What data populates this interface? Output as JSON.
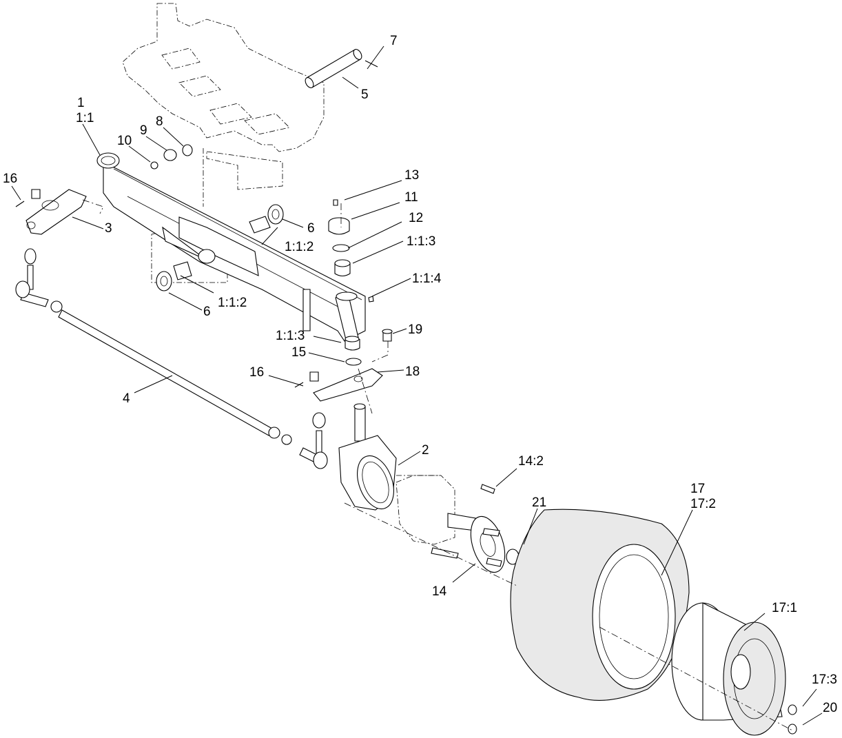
{
  "callouts": {
    "c1": "1",
    "c1_1": "1:1",
    "c1_1_2a": "1:1:2",
    "c1_1_2b": "1:1:2",
    "c1_1_3a": "1:1:3",
    "c1_1_3b": "1:1:3",
    "c1_1_4": "1:1:4",
    "c2": "2",
    "c3": "3",
    "c4": "4",
    "c5": "5",
    "c6a": "6",
    "c6b": "6",
    "c7": "7",
    "c8": "8",
    "c9": "9",
    "c10": "10",
    "c11": "11",
    "c12": "12",
    "c13": "13",
    "c14": "14",
    "c14_2": "14:2",
    "c15": "15",
    "c16a": "16",
    "c16b": "16",
    "c17": "17",
    "c17_1": "17:1",
    "c17_2": "17:2",
    "c17_3": "17:3",
    "c18": "18",
    "c19": "19",
    "c20": "20",
    "c21": "21"
  }
}
